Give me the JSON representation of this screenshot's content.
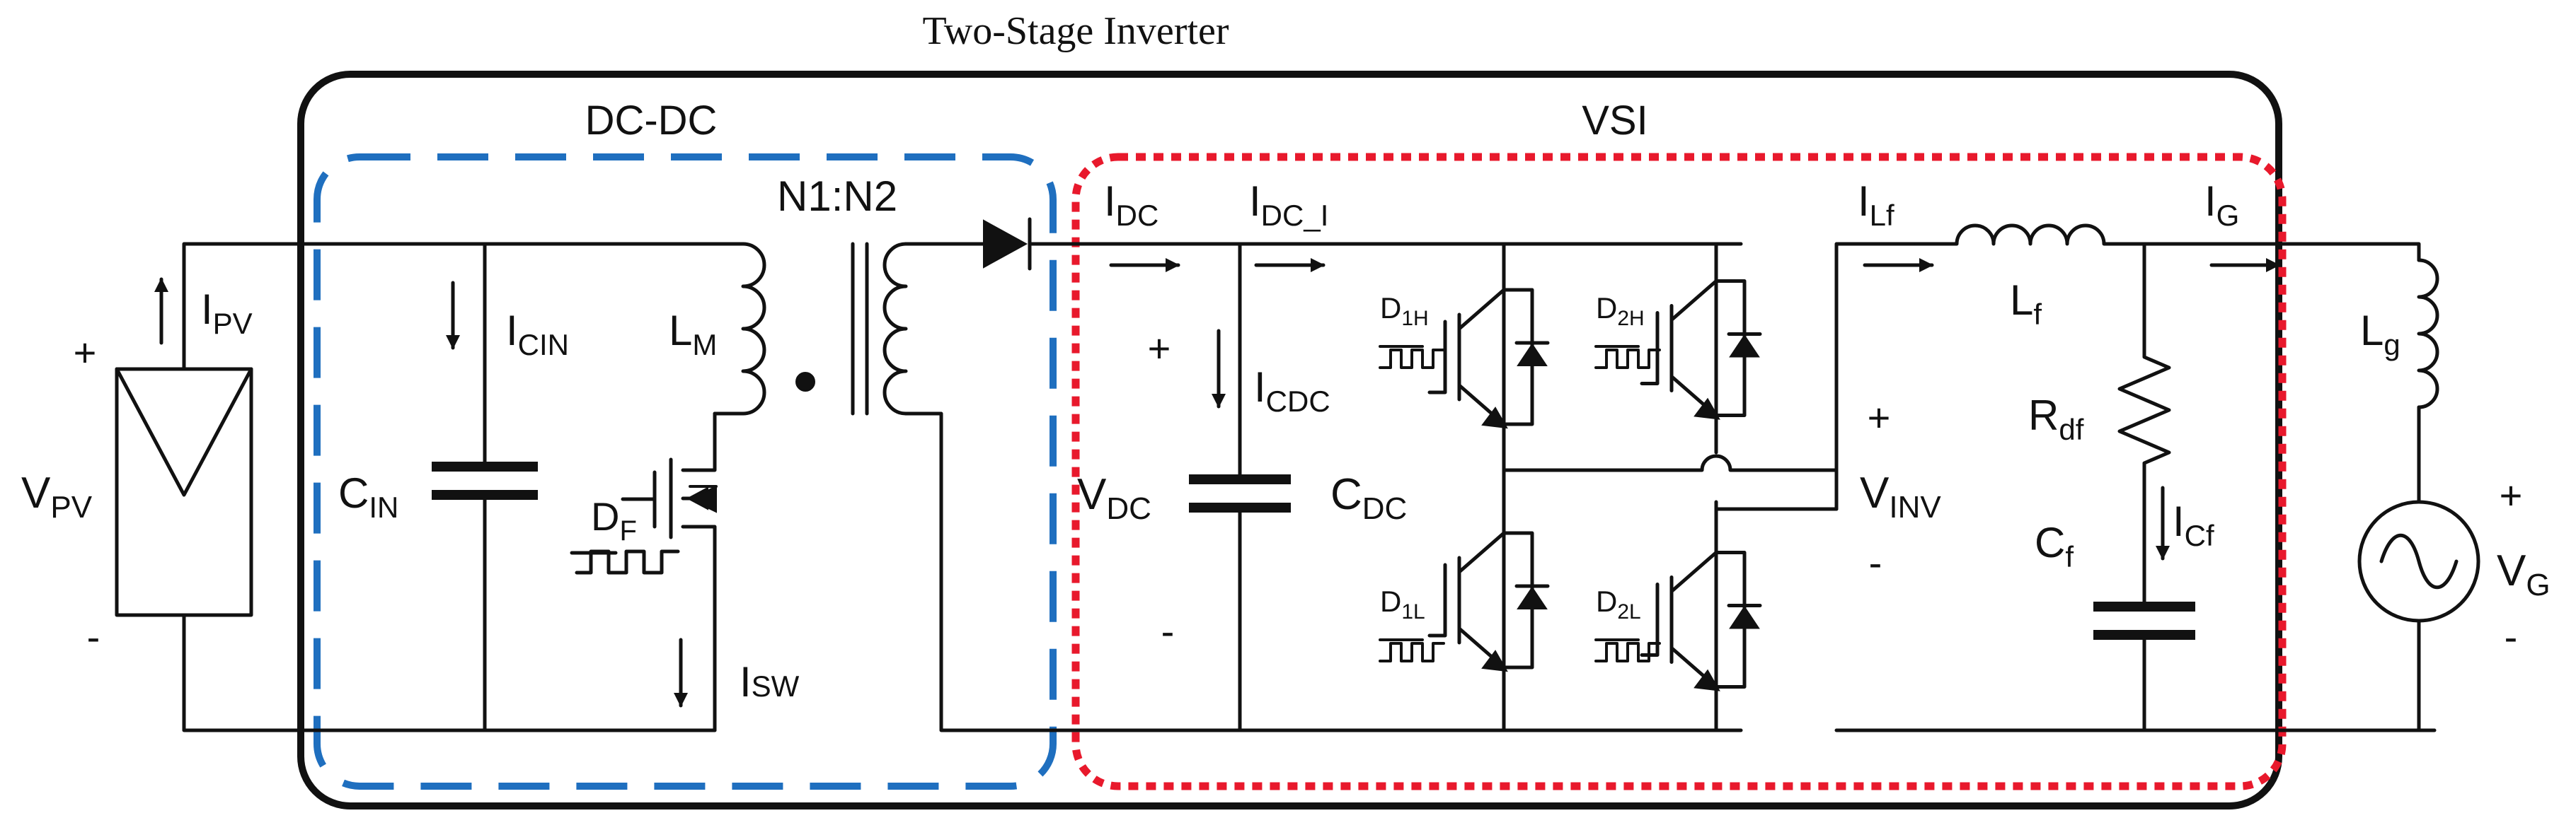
{
  "colors": {
    "wire": "#111111",
    "dcdc": "#1f6fbf",
    "vsi": "#e8192c",
    "background": "#ffffff"
  },
  "title": "Two-Stage Inverter",
  "regions": {
    "dcdc": "DC-DC",
    "vsi": "VSI"
  },
  "source": {
    "voltage_label": "V",
    "voltage_sub": "PV",
    "current_label": "I",
    "current_sub": "PV",
    "plus": "+",
    "minus": "-"
  },
  "input_cap": {
    "label": "C",
    "sub": "IN",
    "current_label": "I",
    "current_sub": "CIN"
  },
  "transformer": {
    "ratio": "N1:N2",
    "magnetizing_label": "L",
    "magnetizing_sub": "M"
  },
  "switch": {
    "label": "D",
    "sub": "F",
    "current_label": "I",
    "current_sub": "SW"
  },
  "dc_link": {
    "current_label": "I",
    "current_sub": "DC",
    "cap_current_in_label": "I",
    "cap_current_in_sub": "DC_I",
    "cap_current_label": "I",
    "cap_current_sub": "CDC",
    "voltage_label": "V",
    "voltage_sub": "DC",
    "cap_label": "C",
    "cap_sub": "DC",
    "plus": "+",
    "minus": "-"
  },
  "igbts": [
    {
      "label": "D",
      "sub": "1H"
    },
    {
      "label": "D",
      "sub": "2H"
    },
    {
      "label": "D",
      "sub": "1L"
    },
    {
      "label": "D",
      "sub": "2L"
    }
  ],
  "inverter_out": {
    "voltage_label": "V",
    "voltage_sub": "INV",
    "plus": "+",
    "minus": "-"
  },
  "filter": {
    "inductor_current_label": "I",
    "inductor_current_sub": "Lf",
    "inductor_label": "L",
    "inductor_sub": "f",
    "resistor_label": "R",
    "resistor_sub": "df",
    "cap_label": "C",
    "cap_sub": "f",
    "cap_current_label": "I",
    "cap_current_sub": "Cf"
  },
  "grid": {
    "current_label": "I",
    "current_sub": "G",
    "inductor_label": "L",
    "inductor_sub": "g",
    "voltage_label": "V",
    "voltage_sub": "G",
    "plus": "+",
    "minus": "-"
  },
  "icons": {
    "pv": "pv-panel-icon",
    "diode": "diode-icon",
    "ac_source": "ac-source-icon",
    "pwm": "pwm-pulse-icon"
  }
}
